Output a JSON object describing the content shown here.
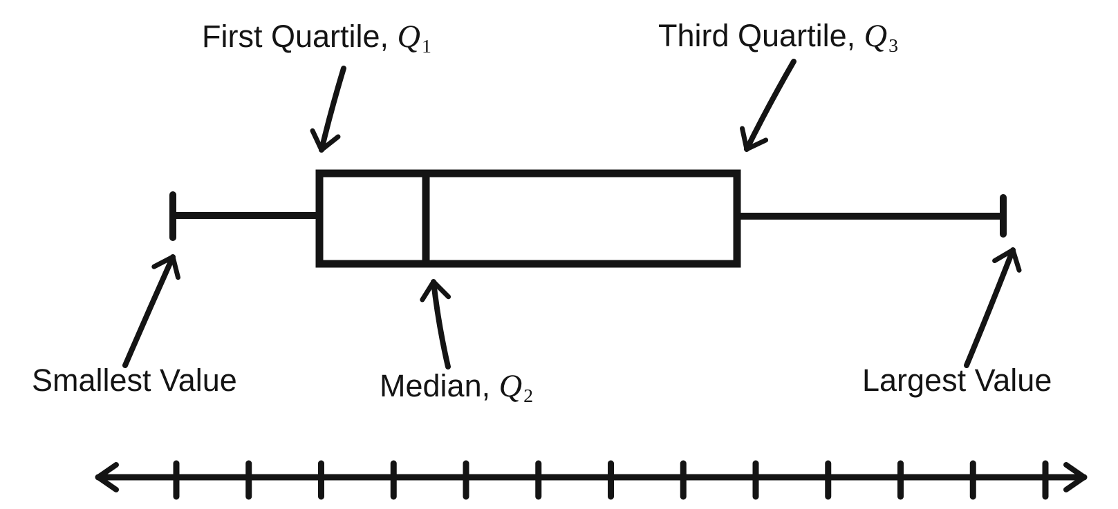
{
  "labels": {
    "first_quartile": {
      "prefix": "First Quartile, ",
      "symbol": "Q",
      "subscript": "1"
    },
    "third_quartile": {
      "prefix": "Third Quartile, ",
      "symbol": "Q",
      "subscript": "3"
    },
    "median": {
      "prefix": "Median, ",
      "symbol": "Q",
      "subscript": "2"
    },
    "smallest_value": {
      "text": "Smallest Value"
    },
    "largest_value": {
      "text": "Largest Value"
    }
  },
  "colors": {
    "ink": "#141414",
    "background": "#ffffff"
  },
  "number_line": {
    "tick_count": 13
  }
}
